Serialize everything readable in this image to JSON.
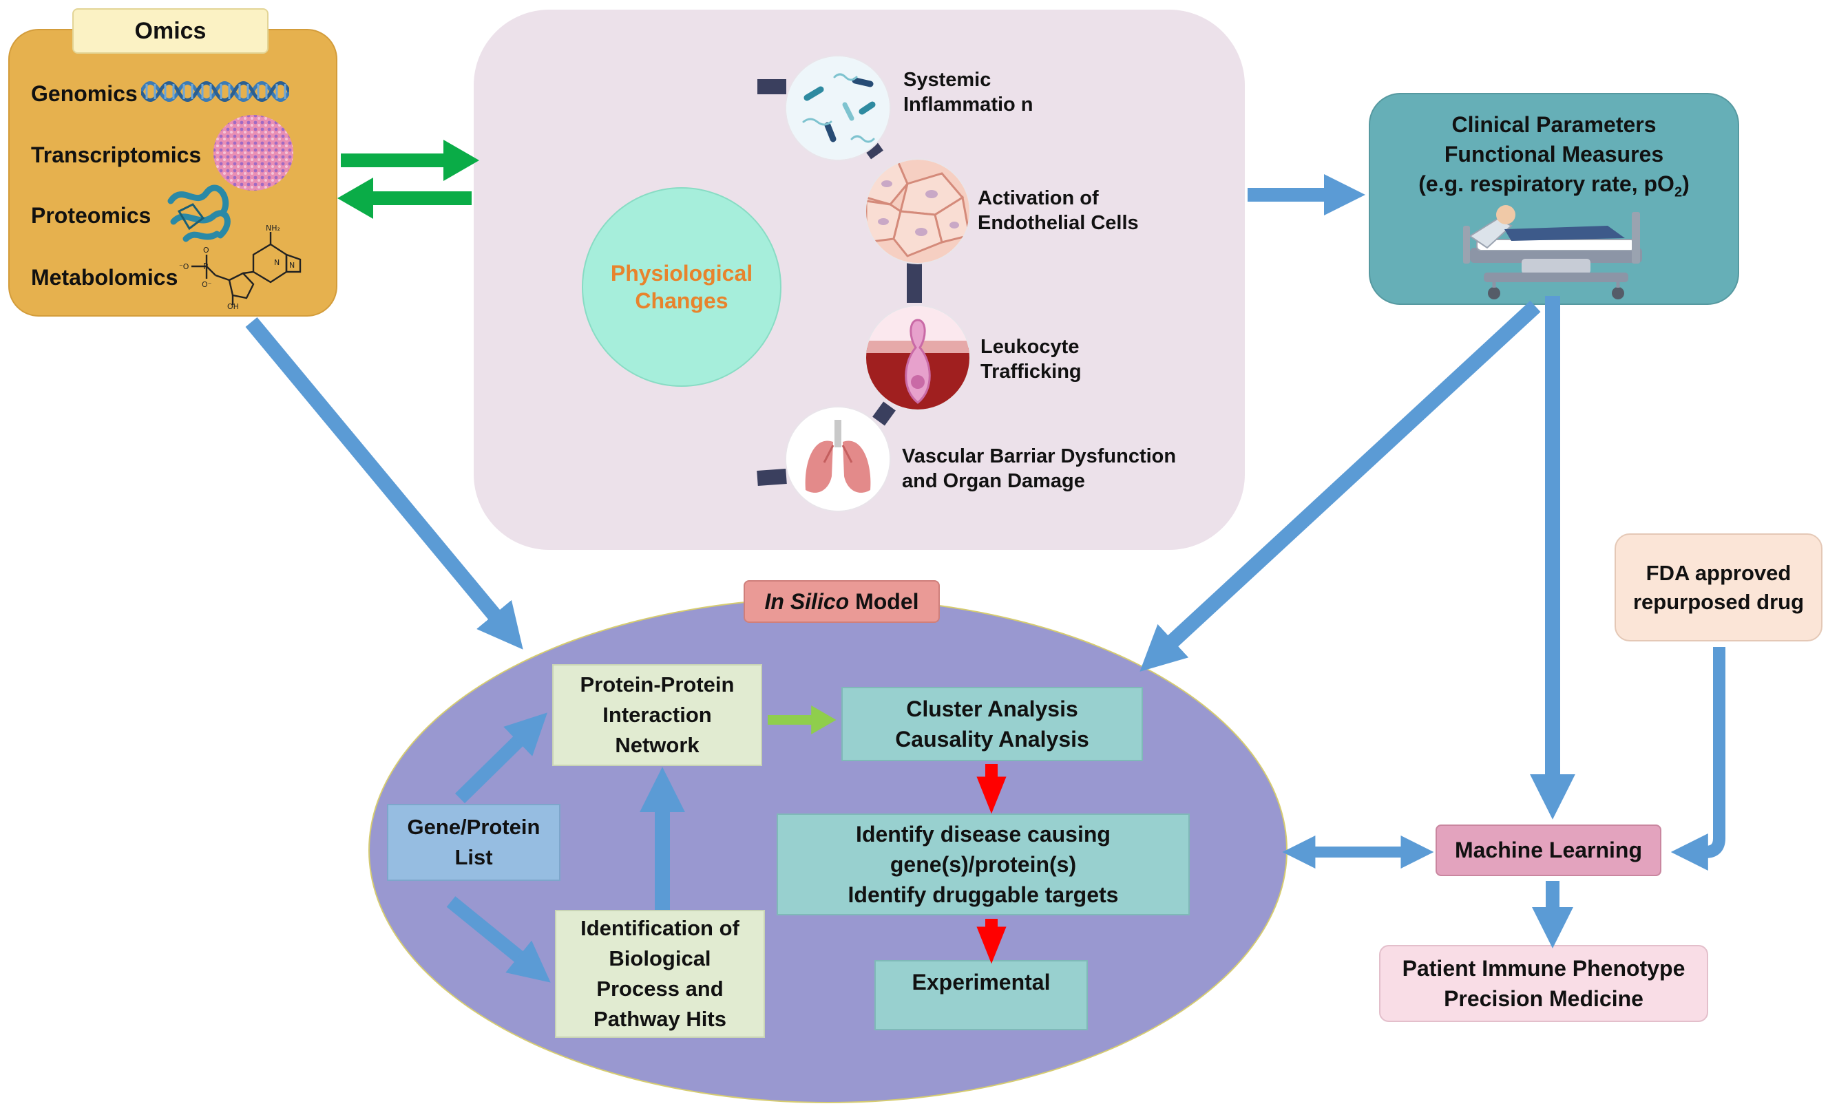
{
  "omics": {
    "title": "Omics",
    "items": [
      "Genomics",
      "Transcriptomics",
      "Proteomics",
      "Metabolomics"
    ]
  },
  "physiology": {
    "center_label": "Physiological Changes",
    "steps": [
      {
        "label": "Systemic Inflammatio n",
        "icon": "bacteria-icon"
      },
      {
        "label": "Activation of Endothelial Cells",
        "icon": "endothelial-cells-icon"
      },
      {
        "label": "Leukocyte Trafficking",
        "icon": "leukocyte-icon"
      },
      {
        "label": "Vascular Barriar Dysfunction and Organ Damage",
        "icon": "lungs-icon"
      }
    ]
  },
  "clinical": {
    "line1": "Clinical Parameters",
    "line2": "Functional Measures",
    "line3_prefix": "(e.g. respiratory rate, pO",
    "line3_sub": "2",
    "line3_suffix": ")",
    "icon": "hospital-bed-icon"
  },
  "fda": {
    "text": "FDA approved repurposed drug"
  },
  "insilico": {
    "title_italic": "In Silico",
    "title_rest": " Model",
    "ppi": "Protein-Protein Interaction Network",
    "cluster": [
      "Cluster Analysis",
      "Causality Analysis"
    ],
    "gene_list": "Gene/Protein List",
    "identify": [
      "Identify disease causing",
      "gene(s)/protein(s)",
      "Identify druggable targets"
    ],
    "biological": "Identification of Biological Process and Pathway Hits",
    "experimental": "Experimental"
  },
  "ml": {
    "label": "Machine Learning"
  },
  "patient": {
    "line1": "Patient Immune Phenotype",
    "line2": "Precision Medicine"
  },
  "colors": {
    "omics_bg": "#e6b14e",
    "omics_title_bg": "#fbf2c4",
    "physio_bg": "#ece1ea",
    "physio_circle": "#a6eedb",
    "physio_text": "#e8832c",
    "clinical_bg": "#66afb7",
    "fda_bg": "#fbe5d7",
    "ellipse_bg": "#9998d0",
    "insilico_title_bg": "#ea9a96",
    "light_green": "#e1ebd1",
    "teal_box": "#98d0cf",
    "gene_box": "#96bde1",
    "ml_bg": "#e3a3be",
    "patient_bg": "#f9dde6",
    "blue_arrow": "#5b9bd5",
    "green_arrow": "#0aac47",
    "lime_arrow": "#8fce4c",
    "red_arrow": "#ff0000",
    "connector": "#3a3f5e"
  }
}
